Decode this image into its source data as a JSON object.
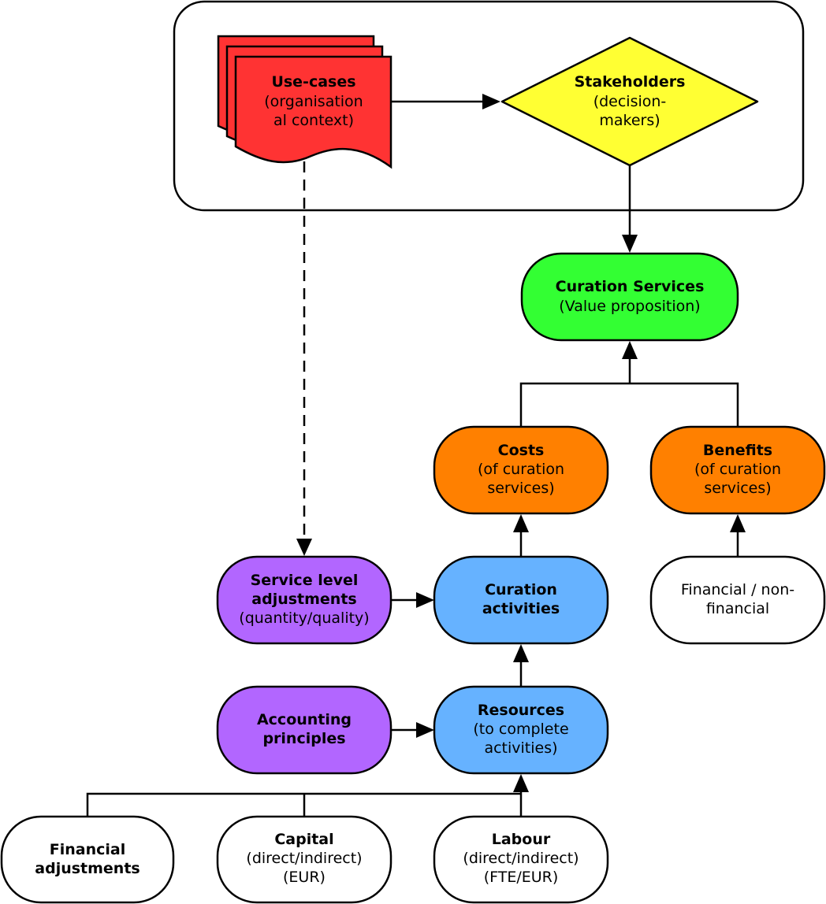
{
  "colors": {
    "use_cases": "#ff3333",
    "stakeholders": "#ffff33",
    "curation_services": "#33ff33",
    "costs_benefits": "#ff8000",
    "service_adjust_accounting": "#b266ff",
    "activities_resources": "#66b2ff",
    "white": "#ffffff"
  },
  "nodes": {
    "use_cases": {
      "title": "Use-cases",
      "lines": [
        "(organisation",
        "al context)"
      ]
    },
    "stakeholders": {
      "title": "Stakeholders",
      "lines": [
        "(decision-",
        "makers)"
      ]
    },
    "curation_services": {
      "title": "Curation Services",
      "lines": [
        "(Value proposition)"
      ]
    },
    "costs": {
      "title": "Costs",
      "lines": [
        "(of curation",
        "services)"
      ]
    },
    "benefits": {
      "title": "Benefits",
      "lines": [
        "(of curation",
        "services)"
      ]
    },
    "financial_nonfinancial": {
      "title": "",
      "lines": [
        "Financial / non-",
        "financial"
      ]
    },
    "service_level": {
      "title": "Service level",
      "title2": "adjustments",
      "lines": [
        "(quantity/quality)"
      ]
    },
    "curation_activities": {
      "title": "Curation",
      "title2": "activities",
      "lines": []
    },
    "accounting": {
      "title": "Accounting",
      "title2": "principles",
      "lines": []
    },
    "resources": {
      "title": "Resources",
      "lines": [
        "(to complete",
        "activities)"
      ]
    },
    "financial_adjustments": {
      "title": "Financial",
      "title2": "adjustments",
      "lines": []
    },
    "capital": {
      "title": "Capital",
      "lines": [
        "(direct/indirect)",
        "(EUR)"
      ]
    },
    "labour": {
      "title": "Labour",
      "lines": [
        "(direct/indirect)",
        "(FTE/EUR)"
      ]
    }
  }
}
